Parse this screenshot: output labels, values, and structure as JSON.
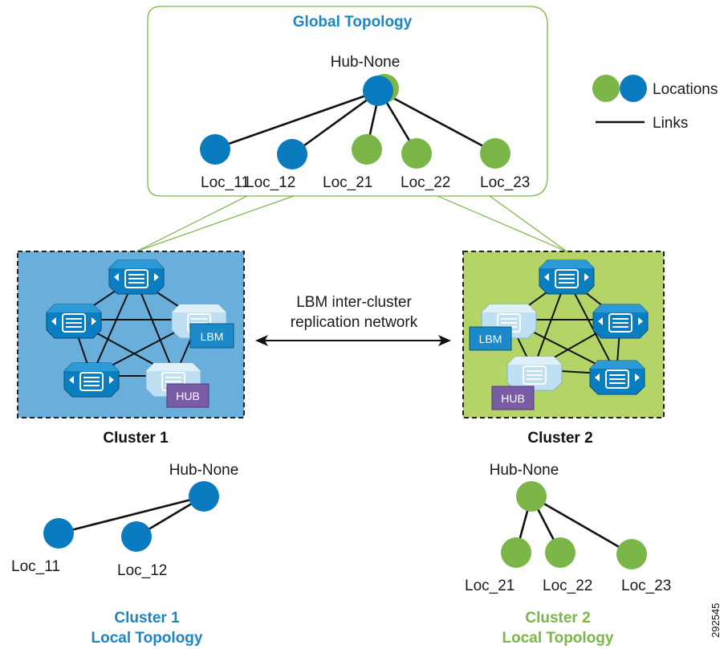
{
  "global": {
    "title": "Global Topology",
    "hub_label": "Hub-None",
    "locations": [
      "Loc_11",
      "Loc_12",
      "Loc_21",
      "Loc_22",
      "Loc_23"
    ]
  },
  "legend": {
    "locations_label": "Locations",
    "links_label": "Links"
  },
  "replication": {
    "line1": "LBM inter-cluster",
    "line2": "replication network"
  },
  "cluster1": {
    "title": "Cluster 1",
    "badge_lbm": "LBM",
    "badge_hub": "HUB",
    "local_hub": "Hub-None",
    "local_locs": [
      "Loc_11",
      "Loc_12"
    ],
    "local_title1": "Cluster 1",
    "local_title2": "Local Topology"
  },
  "cluster2": {
    "title": "Cluster 2",
    "badge_lbm": "LBM",
    "badge_hub": "HUB",
    "local_hub": "Hub-None",
    "local_locs": [
      "Loc_21",
      "Loc_22",
      "Loc_23"
    ],
    "local_title1": "Cluster 2",
    "local_title2": "Local Topology"
  },
  "figure_id": "292545",
  "colors": {
    "blue": "#0a7bbf",
    "green": "#7ab648",
    "cluster1_bg": "#6aaedb",
    "cluster2_bg": "#b5d467",
    "hub_badge": "#7a5ca6",
    "lbm_badge": "#1c8ac9"
  },
  "icons": {
    "server": "call-manager-server-icon"
  }
}
